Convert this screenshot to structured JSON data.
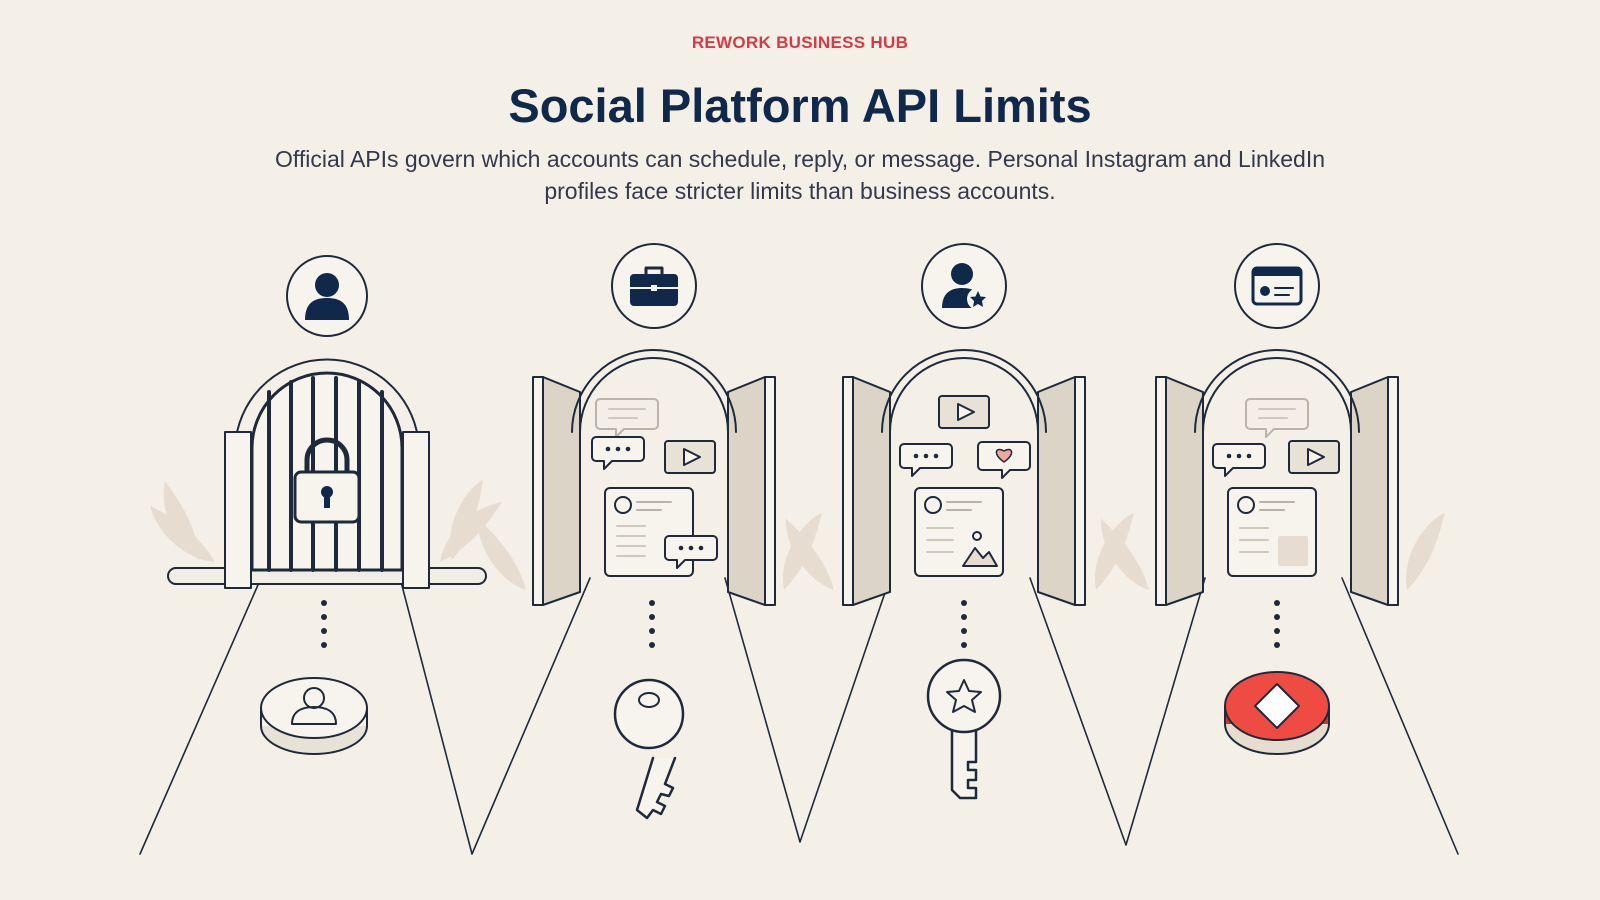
{
  "header": {
    "brand": "REWORK BUSINESS HUB",
    "title": "Social Platform API Limits",
    "subtitle": "Official APIs govern which accounts can schedule, reply, or message. Personal Instagram and LinkedIn profiles face stricter limits than business accounts."
  },
  "colors": {
    "background": "#f4f0e8",
    "brand": "#d83a45",
    "title": "#10284a",
    "ink": "#1e2a3b",
    "accent_red": "#ee4b43",
    "foliage": "#e6ddd0",
    "door": "#ddd4c8"
  },
  "gates": [
    {
      "top_icon": "person-icon",
      "gate": "locked-barred-gate",
      "gate_icon": "padlock-icon",
      "key_icon": "user-token-icon"
    },
    {
      "top_icon": "briefcase-icon",
      "gate": "open-gate",
      "gate_icon": "chat-video-post-icons",
      "key_icon": "key-icon"
    },
    {
      "top_icon": "creator-star-icon",
      "gate": "open-gate",
      "gate_icon": "video-chat-heart-post-icons",
      "key_icon": "star-key-icon"
    },
    {
      "top_icon": "id-card-icon",
      "gate": "open-gate",
      "gate_icon": "chat-video-post-icons",
      "key_icon": "red-diamond-token-icon"
    }
  ]
}
